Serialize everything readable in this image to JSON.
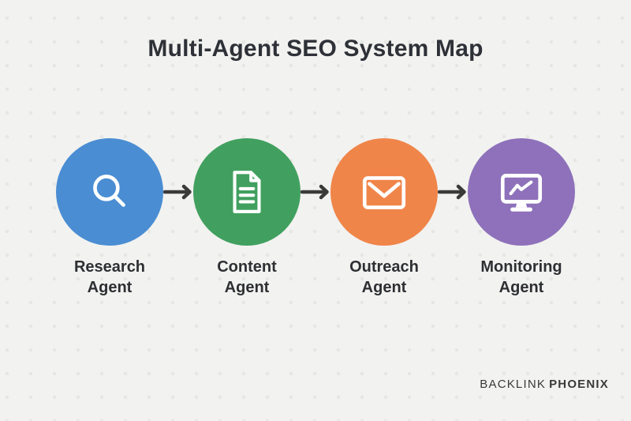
{
  "title": "Multi-Agent SEO System Map",
  "agents": [
    {
      "label": "Research Agent",
      "icon": "search-icon",
      "color": "#4A8DD3"
    },
    {
      "label": "Content Agent",
      "icon": "document-icon",
      "color": "#41A05F"
    },
    {
      "label": "Outreach Agent",
      "icon": "envelope-icon",
      "color": "#F0854A"
    },
    {
      "label": "Monitoring Agent",
      "icon": "monitor-icon",
      "color": "#8E71BA"
    }
  ],
  "brand": {
    "first": "BACKLINK",
    "second": "PHOENIX"
  },
  "colors": {
    "background": "#F2F2F0",
    "dot": "#E6E6E3",
    "title_text": "#2E3137",
    "label_text": "#2D2F33",
    "arrow": "#3A3A3A",
    "icon": "#FFFFFF"
  }
}
